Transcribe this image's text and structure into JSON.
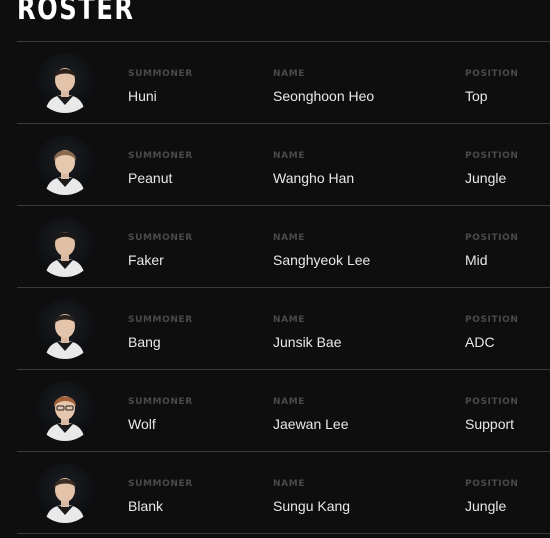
{
  "page": {
    "title": "ROSTER"
  },
  "labels": {
    "summoner": "SUMMONER",
    "name": "NAME",
    "position": "POSITION"
  },
  "roster": [
    {
      "summoner": "Huni",
      "name": "Seonghoon Heo",
      "position": "Top"
    },
    {
      "summoner": "Peanut",
      "name": "Wangho Han",
      "position": "Jungle"
    },
    {
      "summoner": "Faker",
      "name": "Sanghyeok Lee",
      "position": "Mid"
    },
    {
      "summoner": "Bang",
      "name": "Junsik Bae",
      "position": "ADC"
    },
    {
      "summoner": "Wolf",
      "name": "Jaewan Lee",
      "position": "Support"
    },
    {
      "summoner": "Blank",
      "name": "Sungu Kang",
      "position": "Jungle"
    }
  ],
  "colors": {
    "background": "#0e0e0e",
    "divider": "#3a3a3a",
    "label": "#4a4a4a",
    "text": "#e8e8e8"
  }
}
